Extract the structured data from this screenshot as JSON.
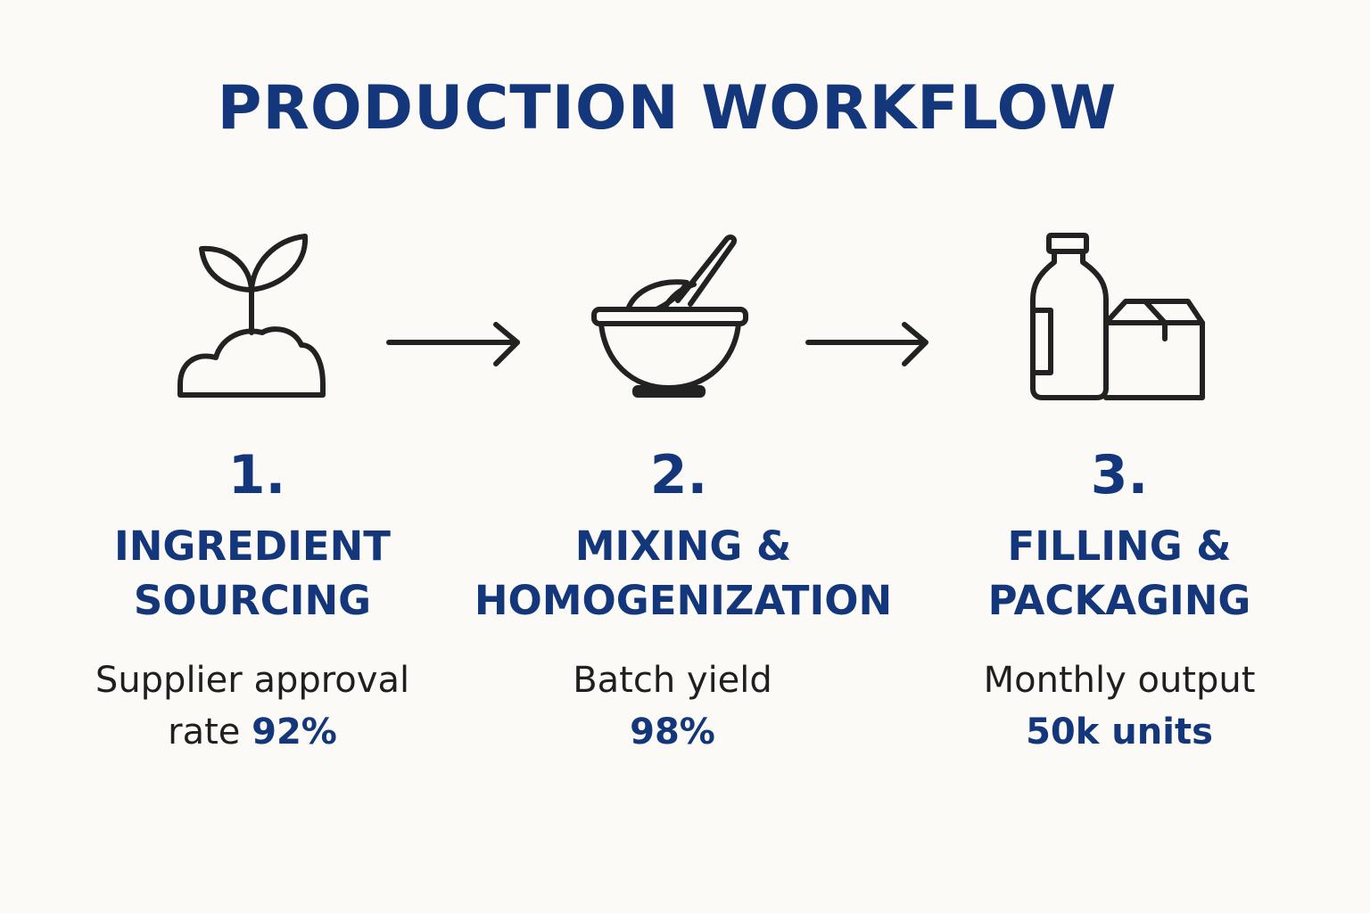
{
  "title": "PRODUCTION WORKFLOW",
  "colors": {
    "accent": "#13377a",
    "icon_stroke": "#222222",
    "background": "#fbfaf7"
  },
  "steps": [
    {
      "number": "1.",
      "name_line1": "INGREDIENT",
      "name_line2": "SOURCING",
      "desc_line1": "Supplier approval",
      "desc_line2_prefix": "rate",
      "metric": "92%",
      "icon": "sprout-icon"
    },
    {
      "number": "2.",
      "name_line1": "MIXING &",
      "name_line2": "HOMOGENIZATION",
      "desc_line1": "Batch yield",
      "desc_line2_prefix": "",
      "metric": "98%",
      "icon": "mixing-bowl-icon"
    },
    {
      "number": "3.",
      "name_line1": "FILLING &",
      "name_line2": "PACKAGING",
      "desc_line1": "Monthly output",
      "desc_line2_prefix": "",
      "metric": "50k units",
      "icon": "bottle-box-icon"
    }
  ]
}
